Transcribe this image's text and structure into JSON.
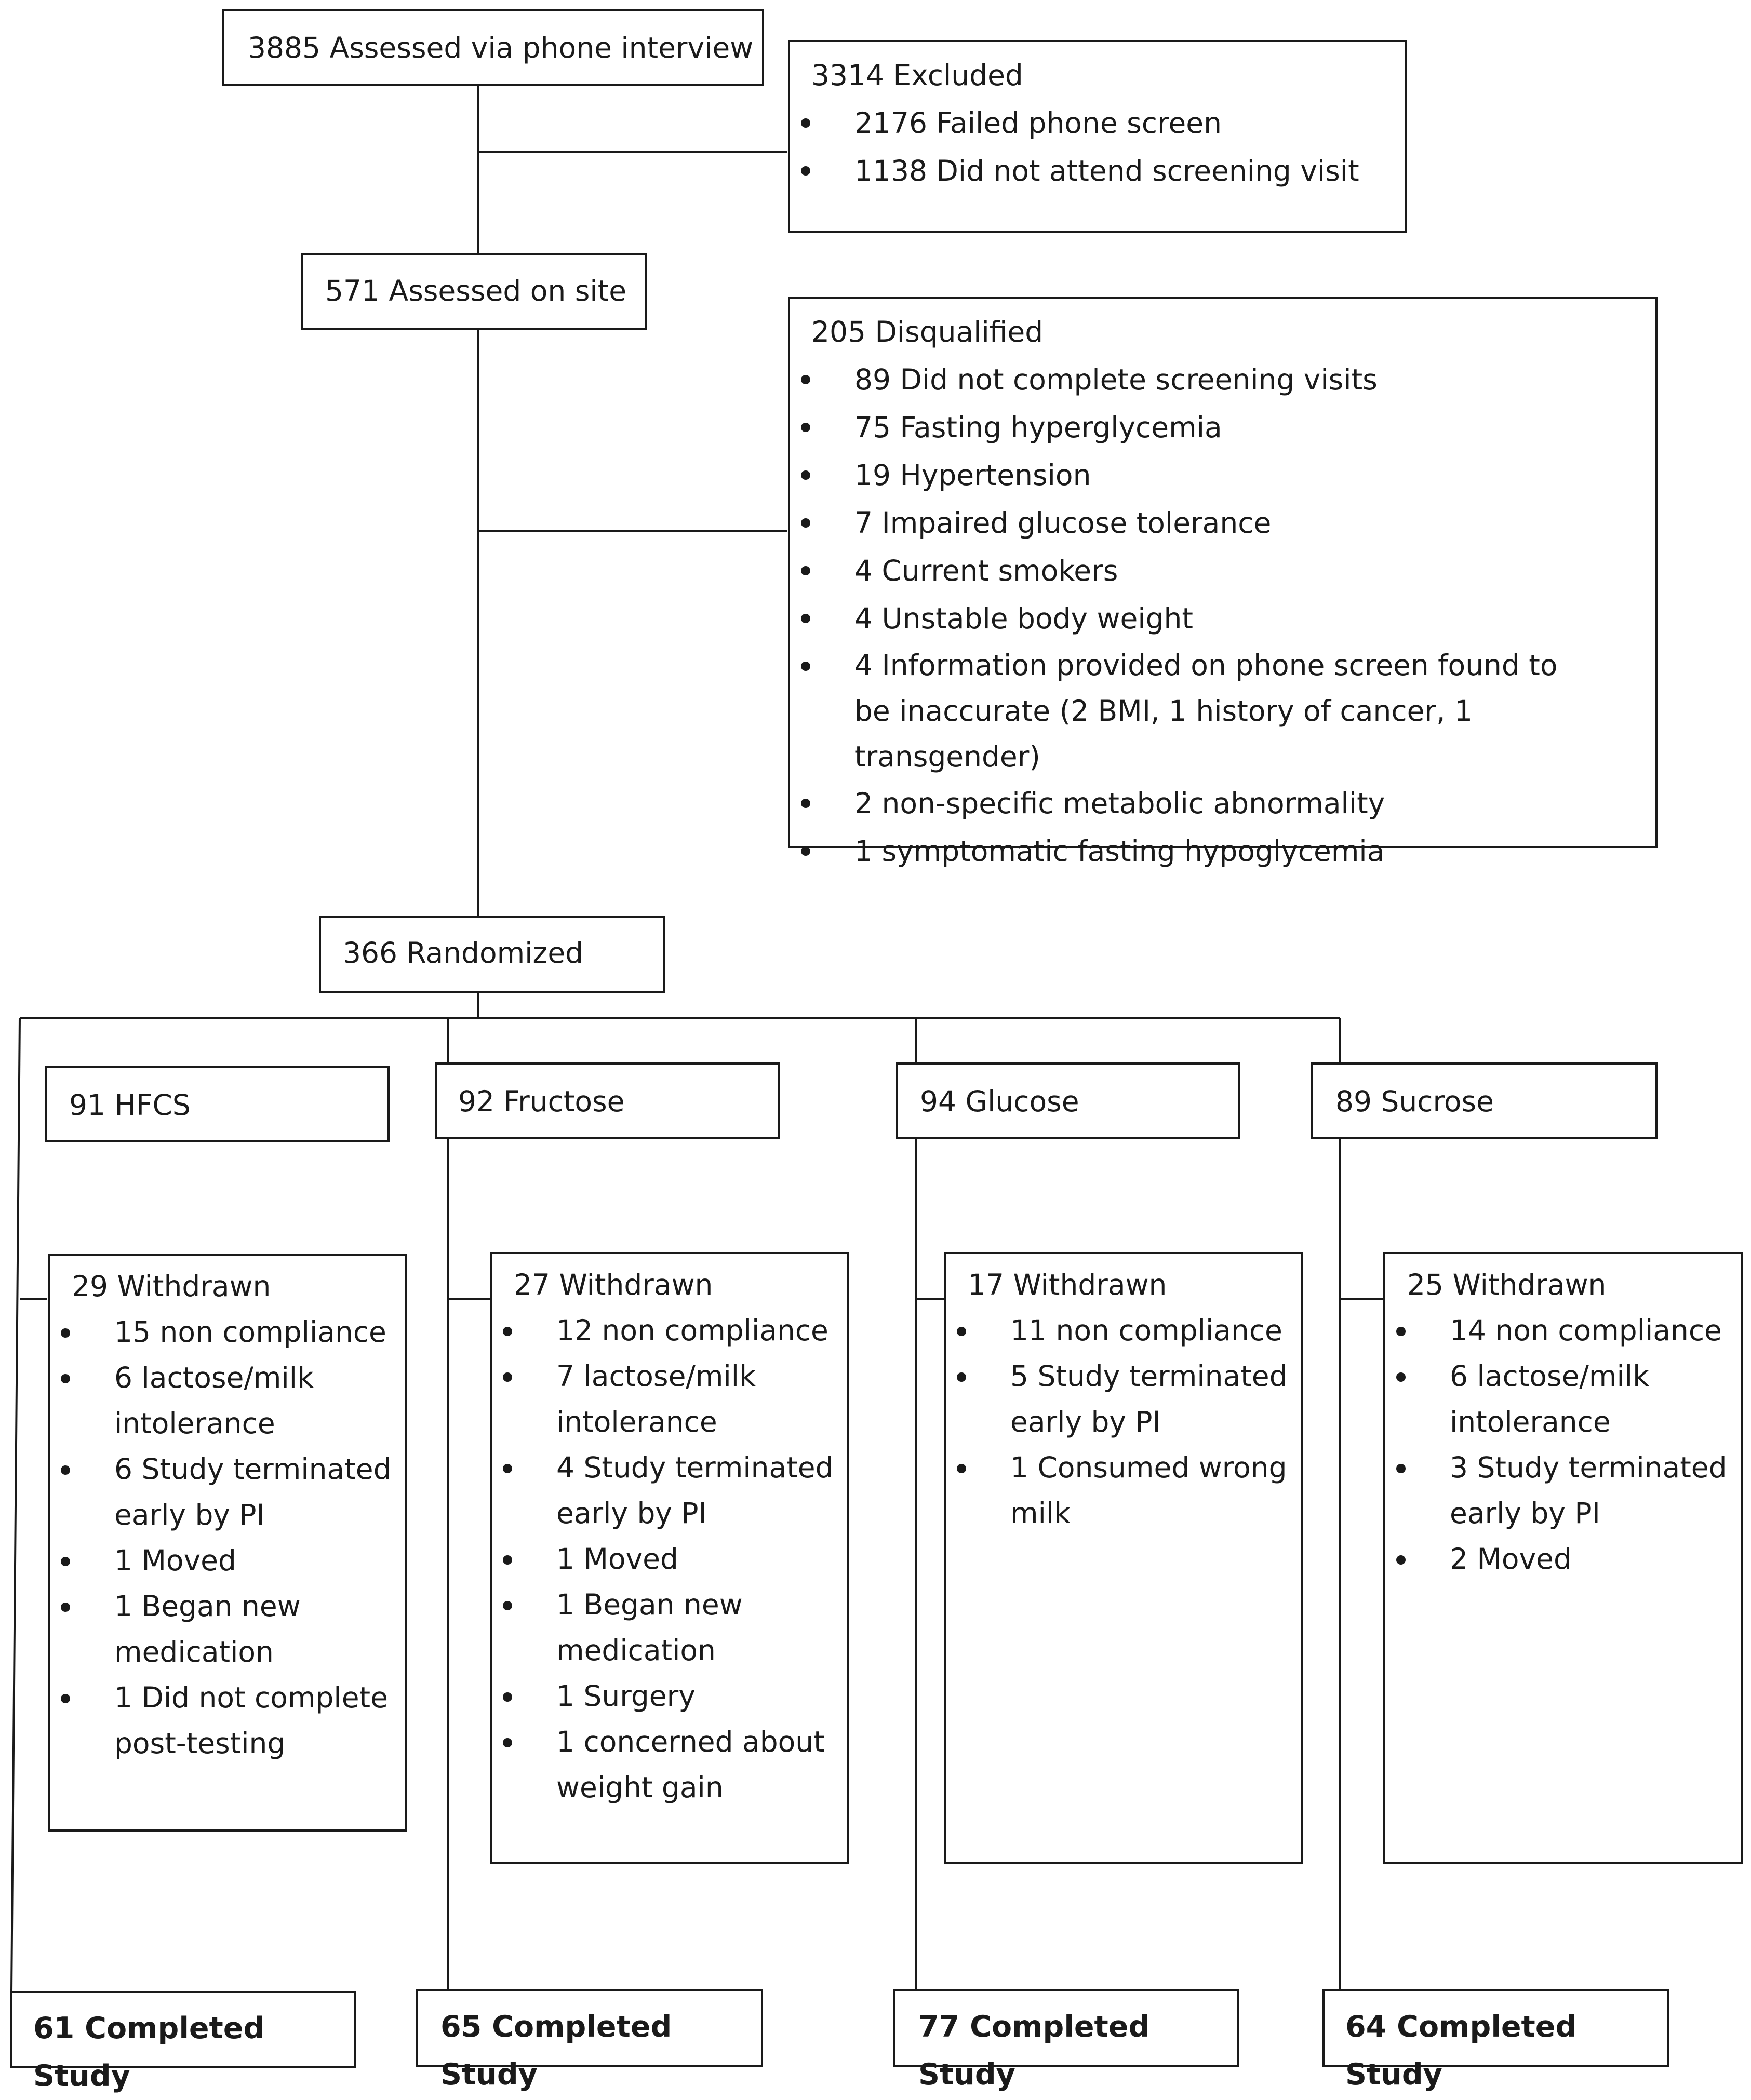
{
  "assessed_phone": "3885 Assessed via phone interview",
  "excluded": {
    "title": "3314 Excluded",
    "items": [
      "2176 Failed phone screen",
      "1138 Did not attend screening visit"
    ]
  },
  "assessed_site": "571 Assessed on site",
  "disqualified": {
    "title": "205 Disqualified",
    "items": [
      "89 Did not complete screening visits",
      "75 Fasting hyperglycemia",
      "19 Hypertension",
      "7 Impaired glucose tolerance",
      "4 Current smokers",
      "4 Unstable body weight",
      "4 Information provided on phone screen found to be inaccurate (2 BMI, 1 history of cancer, 1 transgender)",
      "2 non-specific metabolic abnormality",
      "1 symptomatic fasting hypoglycemia"
    ]
  },
  "randomized": "366 Randomized",
  "groups": [
    {
      "name": "91 HFCS",
      "withdrawn": {
        "title": "29 Withdrawn",
        "items": [
          "15 non compliance",
          "6 lactose/milk intolerance",
          "6 Study terminated early by PI",
          "1 Moved",
          "1 Began new medication",
          "1 Did not complete post-testing"
        ]
      },
      "completed": "61 Completed Study"
    },
    {
      "name": "92 Fructose",
      "withdrawn": {
        "title": "27 Withdrawn",
        "items": [
          "12 non compliance",
          "7 lactose/milk intolerance",
          "4 Study terminated early by PI",
          "1 Moved",
          "1 Began new medication",
          "1 Surgery",
          "1 concerned about weight gain"
        ]
      },
      "completed": "65 Completed Study"
    },
    {
      "name": "94 Glucose",
      "withdrawn": {
        "title": "17 Withdrawn",
        "items": [
          "11 non compliance",
          "5 Study terminated early by PI",
          "1 Consumed wrong milk"
        ]
      },
      "completed": "77 Completed Study"
    },
    {
      "name": "89 Sucrose",
      "withdrawn": {
        "title": "25 Withdrawn",
        "items": [
          "14 non compliance",
          "6 lactose/milk intolerance",
          "3 Study terminated early by PI",
          "2 Moved"
        ]
      },
      "completed": "64 Completed Study"
    }
  ]
}
